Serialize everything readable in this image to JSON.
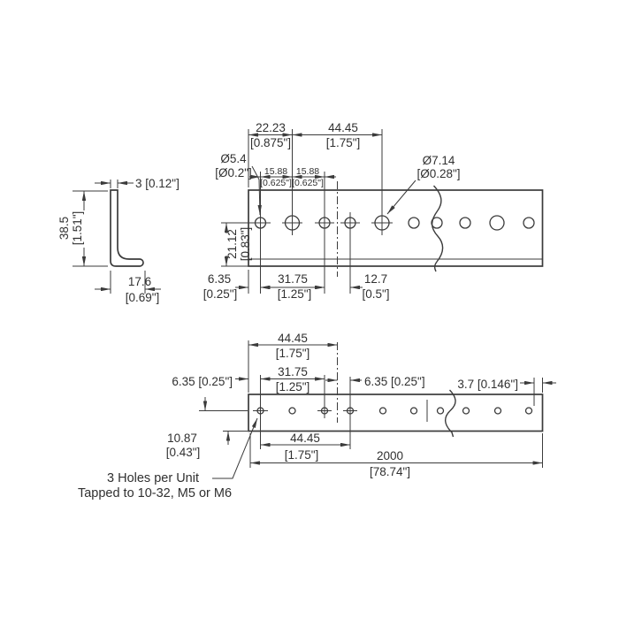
{
  "cross_section": {
    "thickness": "3 [0.12\"]",
    "height_mm": "38.5",
    "height_in": "[1.51\"]",
    "width_mm": "17.6",
    "width_in": "[0.69\"]"
  },
  "side_view": {
    "edge_to_large_hole_mm": "22.23",
    "edge_to_large_hole_in": "[0.875\"]",
    "unit_length_mm": "44.45",
    "unit_length_in": "[1.75\"]",
    "small_hole_dia_mm": "Ø5.4",
    "small_hole_dia_in": "[Ø0.2\"]",
    "pitch1_mm": "15.88",
    "pitch1_in": "[0.625\"]",
    "pitch2_mm": "15.88",
    "pitch2_in": "[0.625\"]",
    "large_hole_dia_mm": "Ø7.14",
    "large_hole_dia_in": "[Ø0.28\"]",
    "hole_height_mm": "21.12",
    "hole_height_in": "[0.83\"]",
    "edge_to_hole_mm": "6.35",
    "edge_to_hole_in": "[0.25\"]",
    "hole_span_mm": "31.75",
    "hole_span_in": "[1.25\"]",
    "unit_gap_mm": "12.7",
    "unit_gap_in": "[0.5\"]"
  },
  "plan_view": {
    "unit_length_mm": "44.45",
    "unit_length_in": "[1.75\"]",
    "hole_span_mm": "31.75",
    "hole_span_in": "[1.25\"]",
    "edge_to_hole": "6.35 [0.25\"]",
    "unit_line_to_hole": "6.35 [0.25\"]",
    "end_margin": "3.7 [0.146\"]",
    "hole_offset_mm": "10.87",
    "hole_offset_in": "[0.43\"]",
    "unit_pitch_mm": "44.45",
    "unit_pitch_in": "[1.75\"]",
    "total_length_mm": "2000",
    "total_length_in": "[78.74\"]",
    "note_line1": "3 Holes per Unit",
    "note_line2": "Tapped to 10-32, M5 or M6"
  }
}
